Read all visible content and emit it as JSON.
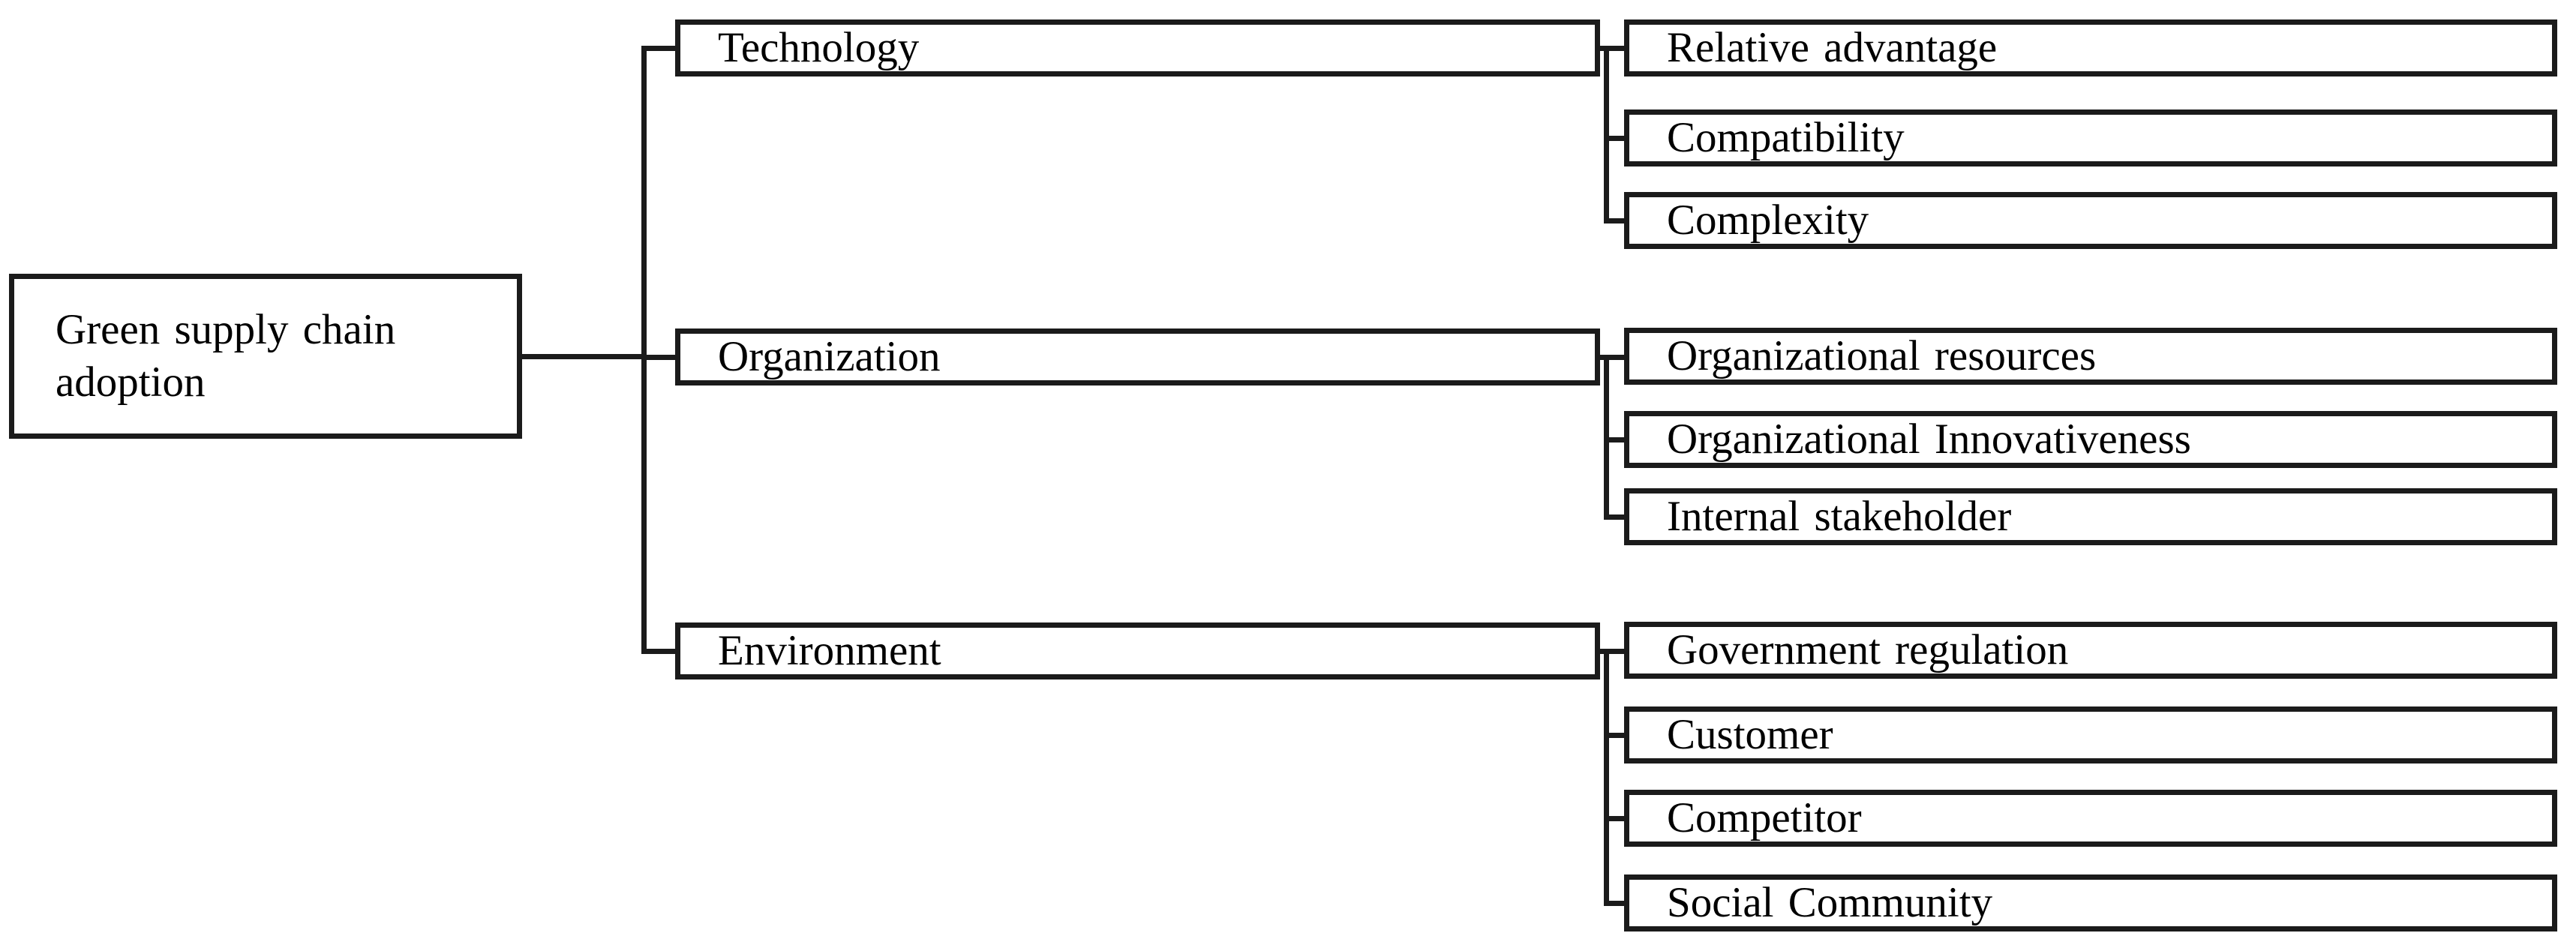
{
  "colors": {
    "line": "#1b1b1b",
    "box_fill": "#ffffff",
    "text": "#000000",
    "background": "#ffffff"
  },
  "tree": {
    "root": {
      "label": "Green supply chain adoption"
    },
    "branches": [
      {
        "label": "Technology",
        "children": [
          {
            "label": "Relative advantage"
          },
          {
            "label": "Compatibility"
          },
          {
            "label": "Complexity"
          }
        ]
      },
      {
        "label": "Organization",
        "children": [
          {
            "label": "Organizational resources"
          },
          {
            "label": "Organizational Innovativeness"
          },
          {
            "label": "Internal stakeholder"
          }
        ]
      },
      {
        "label": "Environment",
        "children": [
          {
            "label": "Government regulation"
          },
          {
            "label": "Customer"
          },
          {
            "label": "Competitor"
          },
          {
            "label": "Social Community"
          }
        ]
      }
    ]
  }
}
